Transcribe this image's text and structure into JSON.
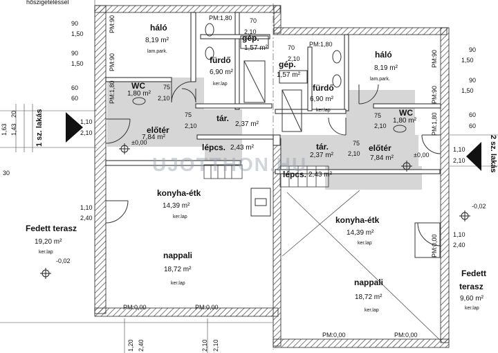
{
  "header_text": "hőszigeteléssel",
  "watermark": "UJOTTHON.HU",
  "apartment_labels": [
    "1 sz. lakás",
    "2 sz. lakás"
  ],
  "left_unit": {
    "halo": {
      "name": "háló",
      "area": "8,19 m²",
      "finish": "lam.park."
    },
    "furdo": {
      "name": "fürdő",
      "area": "6,90 m²",
      "finish": "ker.lap"
    },
    "gep": {
      "name": "gép.",
      "area": "1,57 m²"
    },
    "wc": {
      "name": "WC",
      "area": "1,80 m²"
    },
    "eloter": {
      "name": "előtér",
      "area": "7,84 m²"
    },
    "tar": {
      "name": "tár.",
      "area": "2,37 m²"
    },
    "lepcs": {
      "name": "lépcs.",
      "area": "2,43 m²"
    },
    "konyha": {
      "name": "konyha-étk",
      "area": "14,39 m²",
      "finish": "ker.lap"
    },
    "nappali": {
      "name": "nappali",
      "area": "18,72 m²",
      "finish": "ker.lap"
    },
    "terasz": {
      "name": "Fedett terasz",
      "area": "19,20 m²",
      "finish": "ker.lap",
      "level": "-0,02"
    },
    "entry_level": "±0,00",
    "pm_furdo": "PM:1,80"
  },
  "right_unit": {
    "halo": {
      "name": "háló",
      "area": "8,19 m²",
      "finish": "lam.park."
    },
    "furdo": {
      "name": "fürdő",
      "area": "6,90 m²",
      "finish": "ker.lap"
    },
    "gep": {
      "name": "gép.",
      "area": "1,57 m²"
    },
    "wc": {
      "name": "WC",
      "area": "1,80 m²"
    },
    "eloter": {
      "name": "előtér",
      "area": "7,84 m²"
    },
    "tar": {
      "name": "tár.",
      "area": "2,37 m²"
    },
    "lepcs": {
      "name": "lépcs.",
      "area": "2,43 m²"
    },
    "konyha": {
      "name": "konyha-étk",
      "area": "14,39 m²",
      "finish": "ker.lap"
    },
    "nappali": {
      "name": "nappali",
      "area": "18,72 m²",
      "finish": "ker.lap"
    },
    "terasz_a": "Fedett",
    "terasz_b": "terasz",
    "terasz_area": "9,60 m²",
    "terasz_finish": "ker.lap",
    "terrace_level": "-0,02",
    "entry_level": "±0,00",
    "pm_furdo": "PM:1,80"
  },
  "openings": {
    "d90": "90",
    "d150": "1,50",
    "d60": "60",
    "d110": "1,10",
    "d210": "2,10",
    "d75": "75",
    "d70": "70",
    "d240": "2,40",
    "d120": "1,20",
    "d163": "1,63",
    "d143": "1,43",
    "d20": "20",
    "d30": "30"
  },
  "pm": {
    "pm90": "PM:90",
    "pm180": "PM:1,80",
    "pm0": "PM:0,00"
  }
}
